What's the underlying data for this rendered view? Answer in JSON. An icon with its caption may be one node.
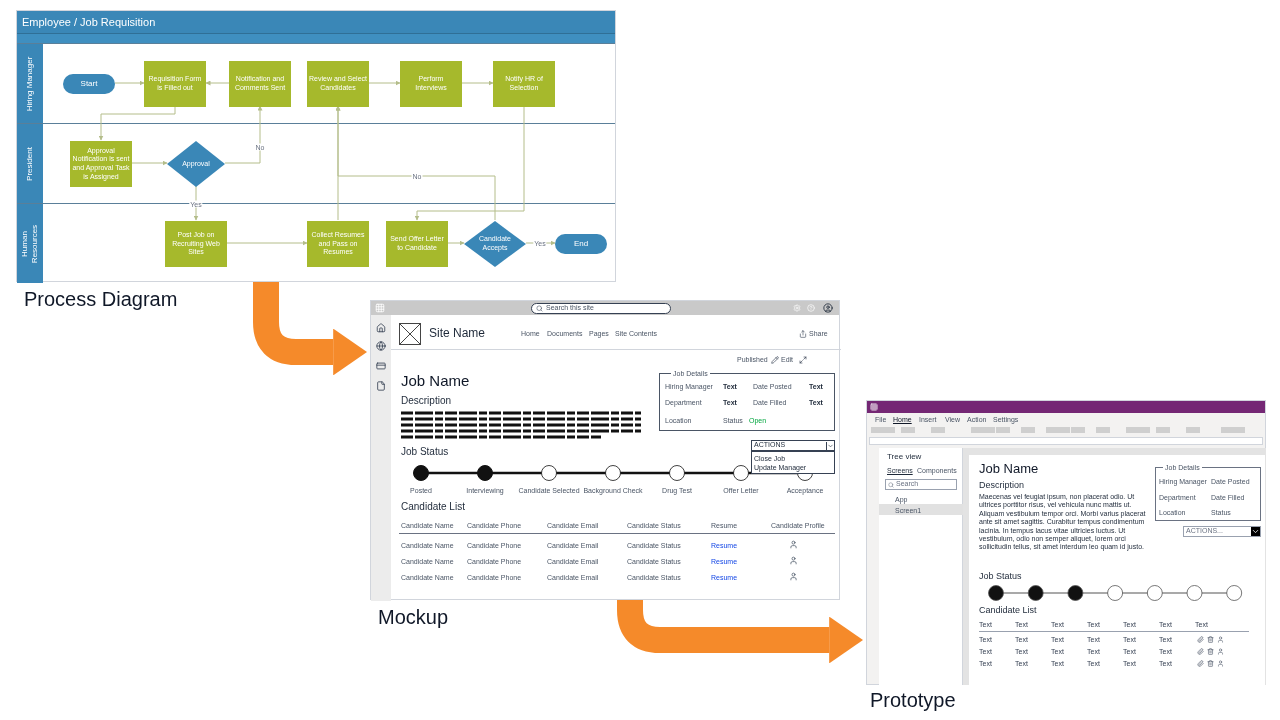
{
  "diagram": {
    "nodes": [
      {
        "text": [
          "Employee / Job Requisition"
        ],
        "beside": [
          "Process Diagram"
        ]
      },
      {
        "text": [
          "Hiring Manager"
        ],
        "in": 0
      },
      {
        "text": [
          "President"
        ],
        "in": 0
      },
      {
        "text": [
          "Human Resources"
        ],
        "in": 0
      },
      {
        "text": [
          "Start"
        ],
        "in": 1
      },
      {
        "text": [
          "Requisition Form is Filled out"
        ],
        "in": 1
      },
      {
        "text": [
          "Notification and Comments Sent"
        ],
        "in": 1
      },
      {
        "text": [
          "Review and Select Candidates"
        ],
        "in": 1
      },
      {
        "text": [
          "Perform Interviews"
        ],
        "in": 1
      },
      {
        "text": [
          "Notify HR of Selection"
        ],
        "in": 1
      },
      {
        "text": [
          "Approval Notification is sent and Approval Task is Assigned"
        ],
        "in": 2
      },
      {
        "text": [
          "Approval"
        ],
        "in": 2
      },
      {
        "text": [
          "Post Job on Recruiting Web Sites"
        ],
        "in": 3
      },
      {
        "text": [
          "Collect Resumes and Pass on Resumes"
        ],
        "in": 3
      },
      {
        "text": [
          "Send Offer Letter to Candidate"
        ],
        "in": 3
      },
      {
        "text": [
          "Candidate Accepts"
        ],
        "in": 3
      },
      {
        "text": [
          "End"
        ],
        "in": 3
      },
      {
        "text": [
          "Search this site",
          "Site Name",
          "Home",
          "Documents",
          "Pages",
          "Site Contents",
          "Share",
          "Published",
          "Edit",
          "Job Name",
          "Description",
          "Job Details",
          "Hiring Manager",
          "Text",
          "Date Posted",
          "Text",
          "Department",
          "Text",
          "Date Filled",
          "Text",
          "Location",
          "Status",
          "Open",
          "ACTIONS",
          "Close Job",
          "Update Manager",
          "Job Status",
          "Posted",
          "Interviewing",
          "Candidate Selected",
          "Background Check",
          "Drug Test",
          "Offer Letter",
          "Acceptance",
          "Candidate List",
          "Candidate Name",
          "Candidate Phone",
          "Candidate Email",
          "Candidate Status",
          "Resume",
          "Candidate Profile",
          "Candidate Name",
          "Candidate Phone",
          "Candidate Email",
          "Candidate Status",
          "Resume",
          "Candidate Name",
          "Candidate Phone",
          "Candidate Email",
          "Candidate Status",
          "Resume",
          "Candidate Name",
          "Candidate Phone",
          "Candidate Email",
          "Candidate Status",
          "Resume"
        ],
        "beside": [
          "Mockup"
        ]
      },
      {
        "text": [
          "File",
          "Home",
          "Insert",
          "View",
          "Action",
          "Settings",
          "Tree view",
          "Screens",
          "Components",
          "Search",
          "App",
          "Screen1",
          "Job Name",
          "Description",
          "Maecenas vel feugiat ipsum, non placerat odio. Ut ultrices porttitor risus, vel vehicula nunc mattis ut. Aliquam vestibulum tempor orci. Morbi varius placerat ante sit amet sagittis. Curabitur tempus condimentum lacinia. In tempus lacus vitae ultricies luctus. Ut vestibulum, odio non semper aliquet, lorem orci sollicitudin tellus, sit amet interdum leo quam id justo.",
          "Job Details",
          "Hiring Manager",
          "Date Posted",
          "Department",
          "Date Filled",
          "Location",
          "Status",
          "ACTIONS...",
          "Job Status",
          "Candidate List",
          "Text",
          "Text",
          "Text",
          "Text",
          "Text",
          "Text",
          "Text",
          "Text",
          "Text",
          "Text",
          "Text",
          "Text",
          "Text",
          "Text",
          "Text",
          "Text",
          "Text",
          "Text",
          "Text",
          "Text",
          "Text",
          "Text",
          "Text",
          "Text",
          "Text"
        ],
        "beside": [
          "Prototype"
        ]
      }
    ],
    "edges": [
      {
        "from": 4,
        "to": 5,
        "arrow": "to"
      },
      {
        "from": 6,
        "to": 5,
        "arrow": "to"
      },
      {
        "from": 5,
        "to": 10,
        "arrow": "to"
      },
      {
        "from": 10,
        "to": 11,
        "arrow": "to"
      },
      {
        "from": 11,
        "to": 6,
        "arrow": "to",
        "label": "No"
      },
      {
        "from": 11,
        "to": 12,
        "arrow": "to",
        "label": "Yes"
      },
      {
        "from": 12,
        "to": 13,
        "arrow": "to"
      },
      {
        "from": 13,
        "to": 7,
        "arrow": "to"
      },
      {
        "from": 7,
        "to": 8,
        "arrow": "to"
      },
      {
        "from": 8,
        "to": 9,
        "arrow": "to"
      },
      {
        "from": 9,
        "to": 14,
        "arrow": "to"
      },
      {
        "from": 14,
        "to": 15,
        "arrow": "to"
      },
      {
        "from": 15,
        "to": 16,
        "arrow": "to",
        "label": "Yes"
      },
      {
        "from": 15,
        "to": 7,
        "arrow": "to",
        "label": "No"
      },
      {
        "from": 0,
        "to": 17,
        "arrow": "to",
        "style": "thick",
        "color": "#f58a2a"
      },
      {
        "from": 17,
        "to": 18,
        "arrow": "to",
        "style": "thick",
        "color": "#f58a2a"
      }
    ]
  }
}
